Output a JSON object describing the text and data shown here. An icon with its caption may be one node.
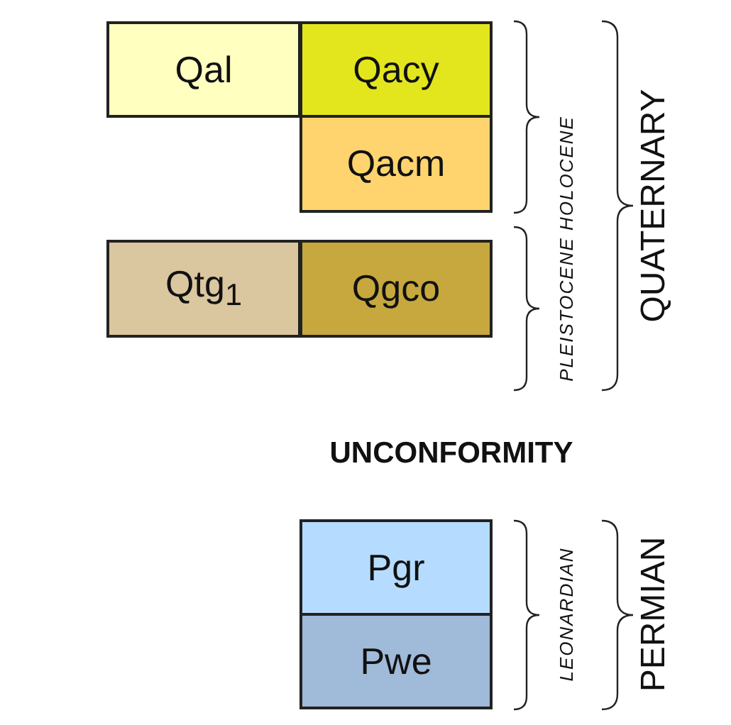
{
  "diagram": {
    "nodes": [
      {
        "text": [
          "Qal"
        ]
      },
      {
        "text": [
          "Qacy"
        ]
      },
      {
        "text": [
          "Qacm"
        ]
      },
      {
        "text": [
          "Qtg$_{1}$"
        ]
      },
      {
        "text": [
          "Qgco"
        ]
      },
      {
        "text": [
          "Pgr"
        ]
      },
      {
        "text": [
          "Pwe"
        ]
      }
    ],
    "labels": [
      "HOLOCENE",
      "PLEISTOCENE",
      "QUATERNARY",
      "UNCONFORMITY",
      "LEONARDIAN",
      "PERMIAN"
    ]
  }
}
